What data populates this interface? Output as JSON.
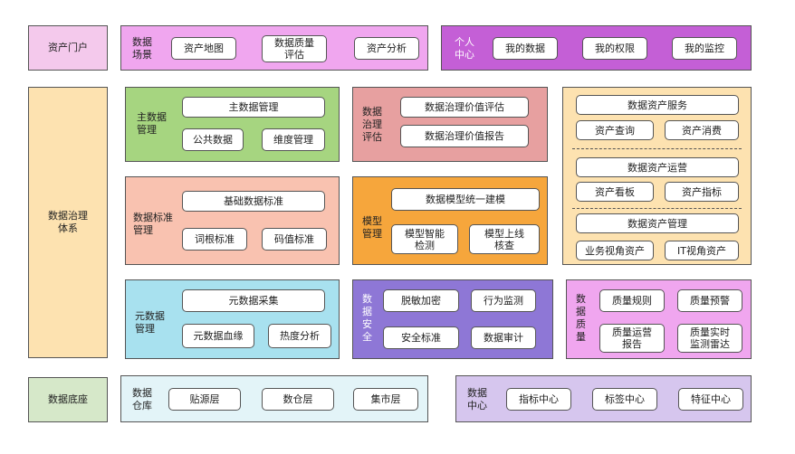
{
  "colors": {
    "portal": "#f4c9ec",
    "scene": "#f0a6ef",
    "personal": "#c45fd6",
    "governance": "#fde2b0",
    "master": "#a6d580",
    "standard": "#f9c2b0",
    "evaluate": "#e7a0a0",
    "model": "#f6a63c",
    "asset": "#fde2b0",
    "metadata": "#a8e1ef",
    "security": "#8e77d6",
    "quality": "#f0a6ef",
    "base": "#d6e8c9",
    "warehouse": "#e3f4f8",
    "datacenter": "#d6c6ee"
  },
  "portal": {
    "label": "资产门户"
  },
  "scene": {
    "label": "数据\n场景",
    "buttons": [
      "资产地图",
      "数据质量\n评估",
      "资产分析"
    ]
  },
  "personal": {
    "label": "个人\n中心",
    "buttons": [
      "我的数据",
      "我的权限",
      "我的监控"
    ]
  },
  "governance": {
    "label": "数据治理\n体系"
  },
  "master": {
    "label": "主数据\n管理",
    "top": "主数据管理",
    "buttons": [
      "公共数据",
      "维度管理"
    ]
  },
  "evaluate": {
    "label": "数据\n治理\n评估",
    "buttons": [
      "数据治理价值评估",
      "数据治理价值报告"
    ]
  },
  "asset": {
    "service": {
      "title": "数据资产服务",
      "buttons": [
        "资产查询",
        "资产消费"
      ]
    },
    "ops": {
      "title": "数据资产运营",
      "buttons": [
        "资产看板",
        "资产指标"
      ]
    },
    "mgmt": {
      "title": "数据资产管理",
      "buttons": [
        "业务视角资产",
        "IT视角资产"
      ]
    }
  },
  "standard": {
    "label": "数据标准\n管理",
    "top": "基础数据标准",
    "buttons": [
      "词根标准",
      "码值标准"
    ]
  },
  "model": {
    "label": "模型\n管理",
    "top": "数据模型统一建模",
    "buttons": [
      "模型智能\n检测",
      "模型上线\n核查"
    ]
  },
  "metadata": {
    "label": "元数据\n管理",
    "top": "元数据采集",
    "buttons": [
      "元数据血缘",
      "热度分析"
    ]
  },
  "security": {
    "label": "数\n据\n安\n全",
    "buttons": [
      "脱敏加密",
      "行为监测",
      "安全标准",
      "数据审计"
    ]
  },
  "quality": {
    "label": "数\n据\n质\n量",
    "buttons": [
      "质量规则",
      "质量预警",
      "质量运营\n报告",
      "质量实时\n监测雷达"
    ]
  },
  "base": {
    "label": "数据底座"
  },
  "warehouse": {
    "label": "数据\n仓库",
    "buttons": [
      "贴源层",
      "数仓层",
      "集市层"
    ]
  },
  "datacenter": {
    "label": "数据\n中心",
    "buttons": [
      "指标中心",
      "标签中心",
      "特征中心"
    ]
  }
}
